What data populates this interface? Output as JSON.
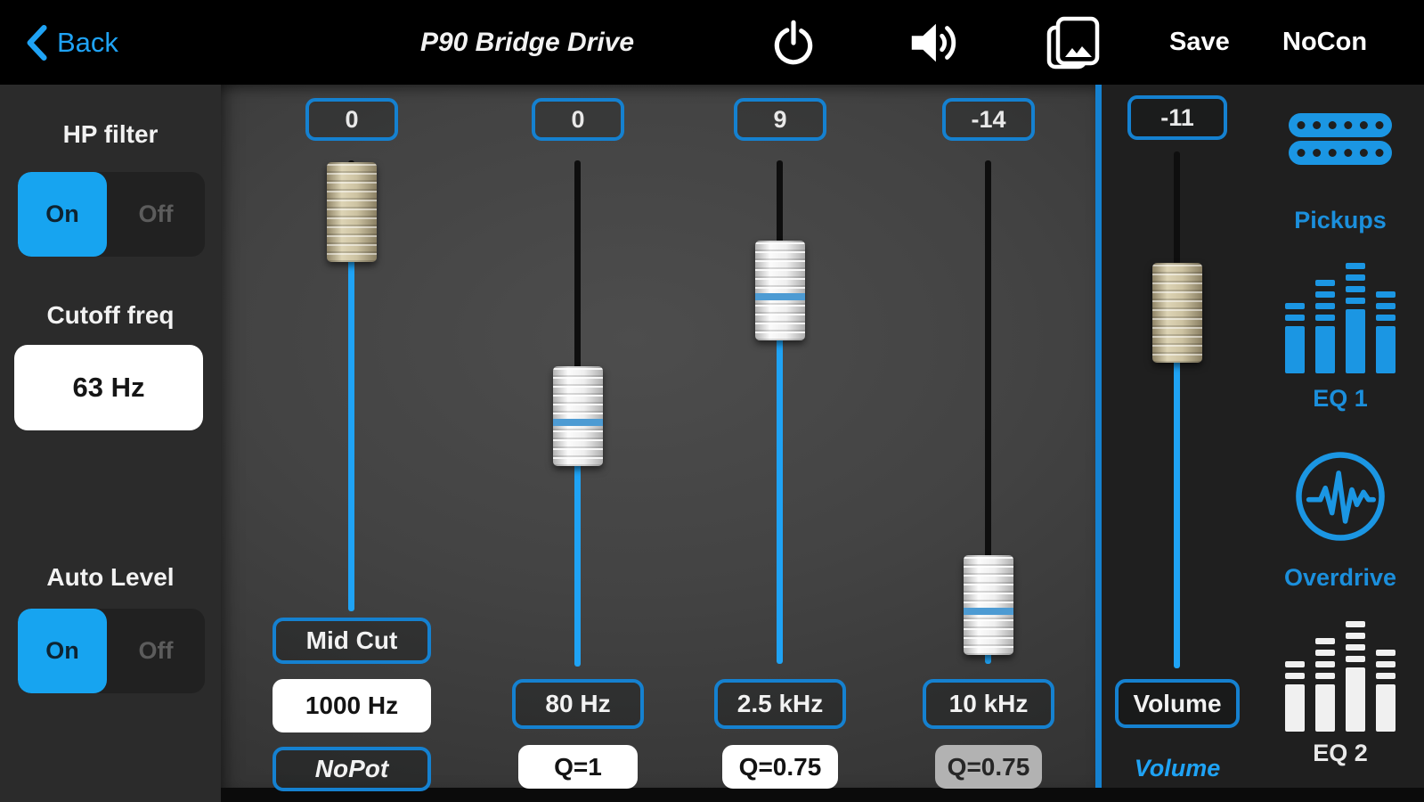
{
  "top_bar": {
    "back_label": "Back",
    "back_icon": "chevron-left-icon",
    "title": "P90 Bridge Drive",
    "power_icon": "power-icon",
    "speaker_icon": "speaker-volume-icon",
    "photos_icon": "photos-stack-icon",
    "save_label": "Save",
    "nocon_label": "NoCon"
  },
  "sidebar": {
    "hp_filter": {
      "label": "HP filter",
      "on_label": "On",
      "off_label": "Off",
      "selected": "On"
    },
    "cutoff": {
      "label": "Cutoff freq",
      "value": "63 Hz"
    },
    "auto_level": {
      "label": "Auto Level",
      "on_label": "On",
      "off_label": "Off",
      "selected": "On"
    }
  },
  "eq_sliders": [
    {
      "value": "0",
      "band_label": "Mid Cut",
      "freq_value": "1000 Hz",
      "pot_label": "NoPot",
      "handle_style": "tan"
    },
    {
      "value": "0",
      "band_label": "80 Hz",
      "q_value": "Q=1",
      "handle_style": "white"
    },
    {
      "value": "9",
      "band_label": "2.5 kHz",
      "q_value": "Q=0.75",
      "handle_style": "white"
    },
    {
      "value": "-14",
      "band_label": "10 kHz",
      "q_value": "Q=0.75",
      "q_disabled": true,
      "handle_style": "white"
    }
  ],
  "volume_slider": {
    "value": "-11",
    "button_label": "Volume",
    "caption": "Volume",
    "handle_style": "tan"
  },
  "nav": [
    {
      "label": "Pickups",
      "icon": "pickups-humbucker-icon",
      "active": false
    },
    {
      "label": "EQ 1",
      "icon": "eq-bars-icon",
      "active": false
    },
    {
      "label": "Overdrive",
      "icon": "overdrive-wave-icon",
      "active": false
    },
    {
      "label": "EQ 2",
      "icon": "eq-bars-icon",
      "active": true
    }
  ],
  "colors": {
    "accent_blue": "#1FA3F5",
    "border_blue": "#1581D0",
    "toggle_on_blue": "#17A4F0",
    "panel_dark": "#1F1F1F",
    "sidebar_gray": "#2B2B2B",
    "white_box": "#FFFFFF",
    "disabled_box_gray": "#B2B2B2"
  }
}
